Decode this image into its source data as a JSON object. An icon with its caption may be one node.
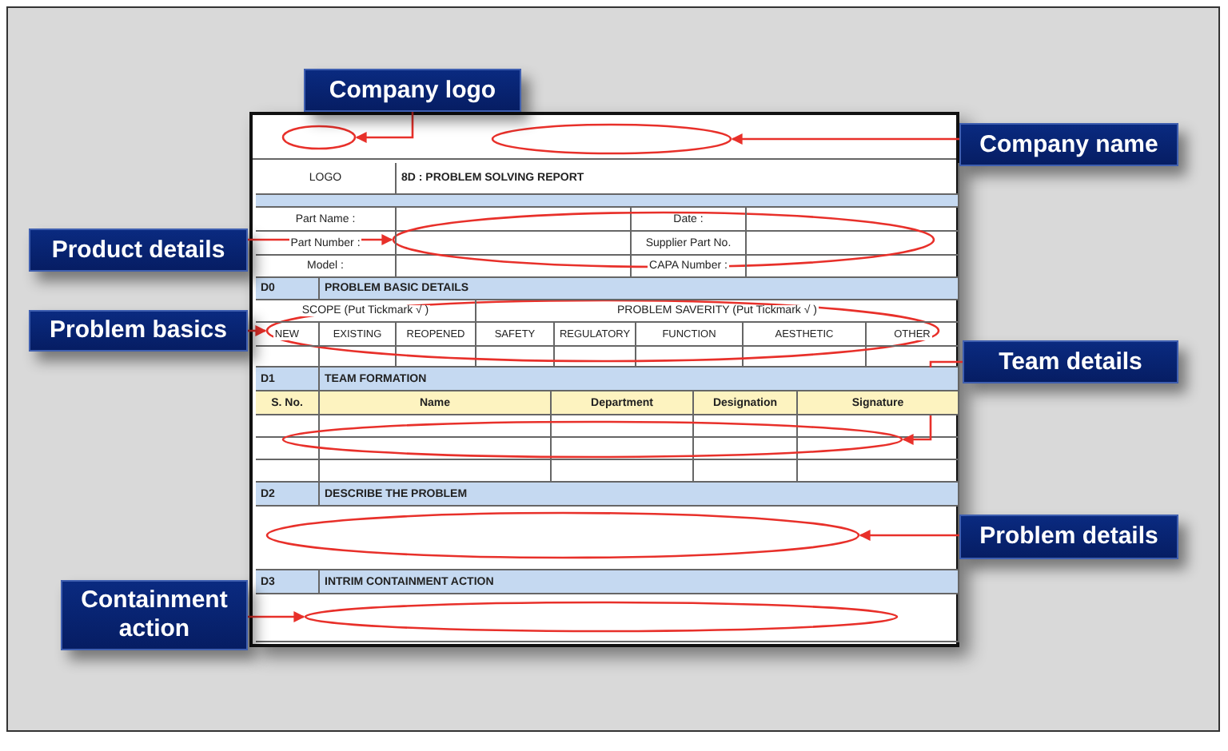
{
  "diagram": {
    "nodes": [
      {
        "text": [
          "Company logo"
        ]
      },
      {
        "text": [],
        "shape": "ellipse"
      },
      {
        "text": [
          "Company name"
        ]
      },
      {
        "text": [],
        "shape": "ellipse"
      },
      {
        "text": [
          "Product details"
        ]
      },
      {
        "text": [],
        "shape": "ellipse"
      },
      {
        "text": [
          "Problem basics"
        ]
      },
      {
        "text": [],
        "shape": "ellipse"
      },
      {
        "text": [
          "Team details"
        ]
      },
      {
        "text": [],
        "shape": "ellipse"
      },
      {
        "text": [
          "Problem details"
        ]
      },
      {
        "text": [],
        "shape": "ellipse"
      },
      {
        "text": [
          "Containment action"
        ]
      },
      {
        "text": [],
        "shape": "ellipse"
      }
    ],
    "edges": [
      {
        "from": 0,
        "to": 1,
        "arrow": "to"
      },
      {
        "from": 2,
        "to": 3,
        "arrow": "to"
      },
      {
        "from": 4,
        "to": 5,
        "arrow": "to"
      },
      {
        "from": 6,
        "to": 7,
        "arrow": "to"
      },
      {
        "from": 8,
        "to": 9,
        "arrow": "to"
      },
      {
        "from": 10,
        "to": 11,
        "arrow": "to"
      },
      {
        "from": 12,
        "to": 13,
        "arrow": "to"
      }
    ],
    "labels": [
      "LOGO",
      "8D : PROBLEM SOLVING REPORT",
      "Part Name :",
      "Date :",
      "Part Number :",
      "Supplier Part No.",
      "Model :",
      "CAPA Number :",
      "D0",
      "PROBLEM BASIC DETAILS",
      "SCOPE (Put Tickmark √ )",
      "PROBLEM SAVERITY (Put Tickmark √ )",
      "NEW",
      "EXISTING",
      "REOPENED",
      "SAFETY",
      "REGULATORY",
      "FUNCTION",
      "AESTHETIC",
      "OTHER",
      "D1",
      "TEAM FORMATION",
      "S. No.",
      "Name",
      "Department",
      "Designation",
      "Signature",
      "D2",
      "DESCRIBE THE PROBLEM",
      "D3",
      "INTRIM CONTAINMENT ACTION"
    ]
  }
}
